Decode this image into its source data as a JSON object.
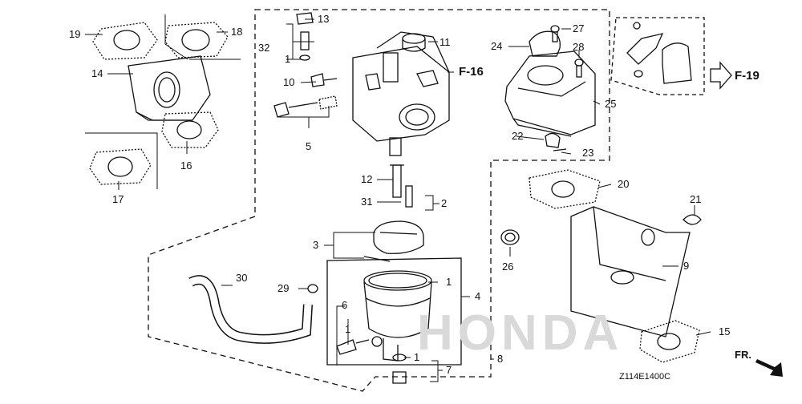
{
  "diagram": {
    "part_labels": {
      "p1_top": "1",
      "p1_bowl": "1",
      "p1_drain": "1",
      "p1_bolt": "1",
      "p2": "2",
      "p3": "3",
      "p4": "4",
      "p5": "5",
      "p6": "6",
      "p7": "7",
      "p8": "8",
      "p9": "9",
      "p10": "10",
      "p11": "11",
      "p12": "12",
      "p13": "13",
      "p14": "14",
      "p15": "15",
      "p16": "16",
      "p17": "17",
      "p18": "18",
      "p19": "19",
      "p20": "20",
      "p21": "21",
      "p22": "22",
      "p23": "23",
      "p24": "24",
      "p25": "25",
      "p26": "26",
      "p27": "27",
      "p28": "28",
      "p29": "29",
      "p30": "30",
      "p31": "31",
      "p32": "32"
    },
    "references": {
      "f16": "F-16",
      "f19": "F-19",
      "front": "FR."
    },
    "diagram_code": "Z114E1400C",
    "watermark": "HONDA",
    "colors": {
      "line": "#111111",
      "watermark": "#d9d9d9",
      "background": "#ffffff"
    }
  }
}
